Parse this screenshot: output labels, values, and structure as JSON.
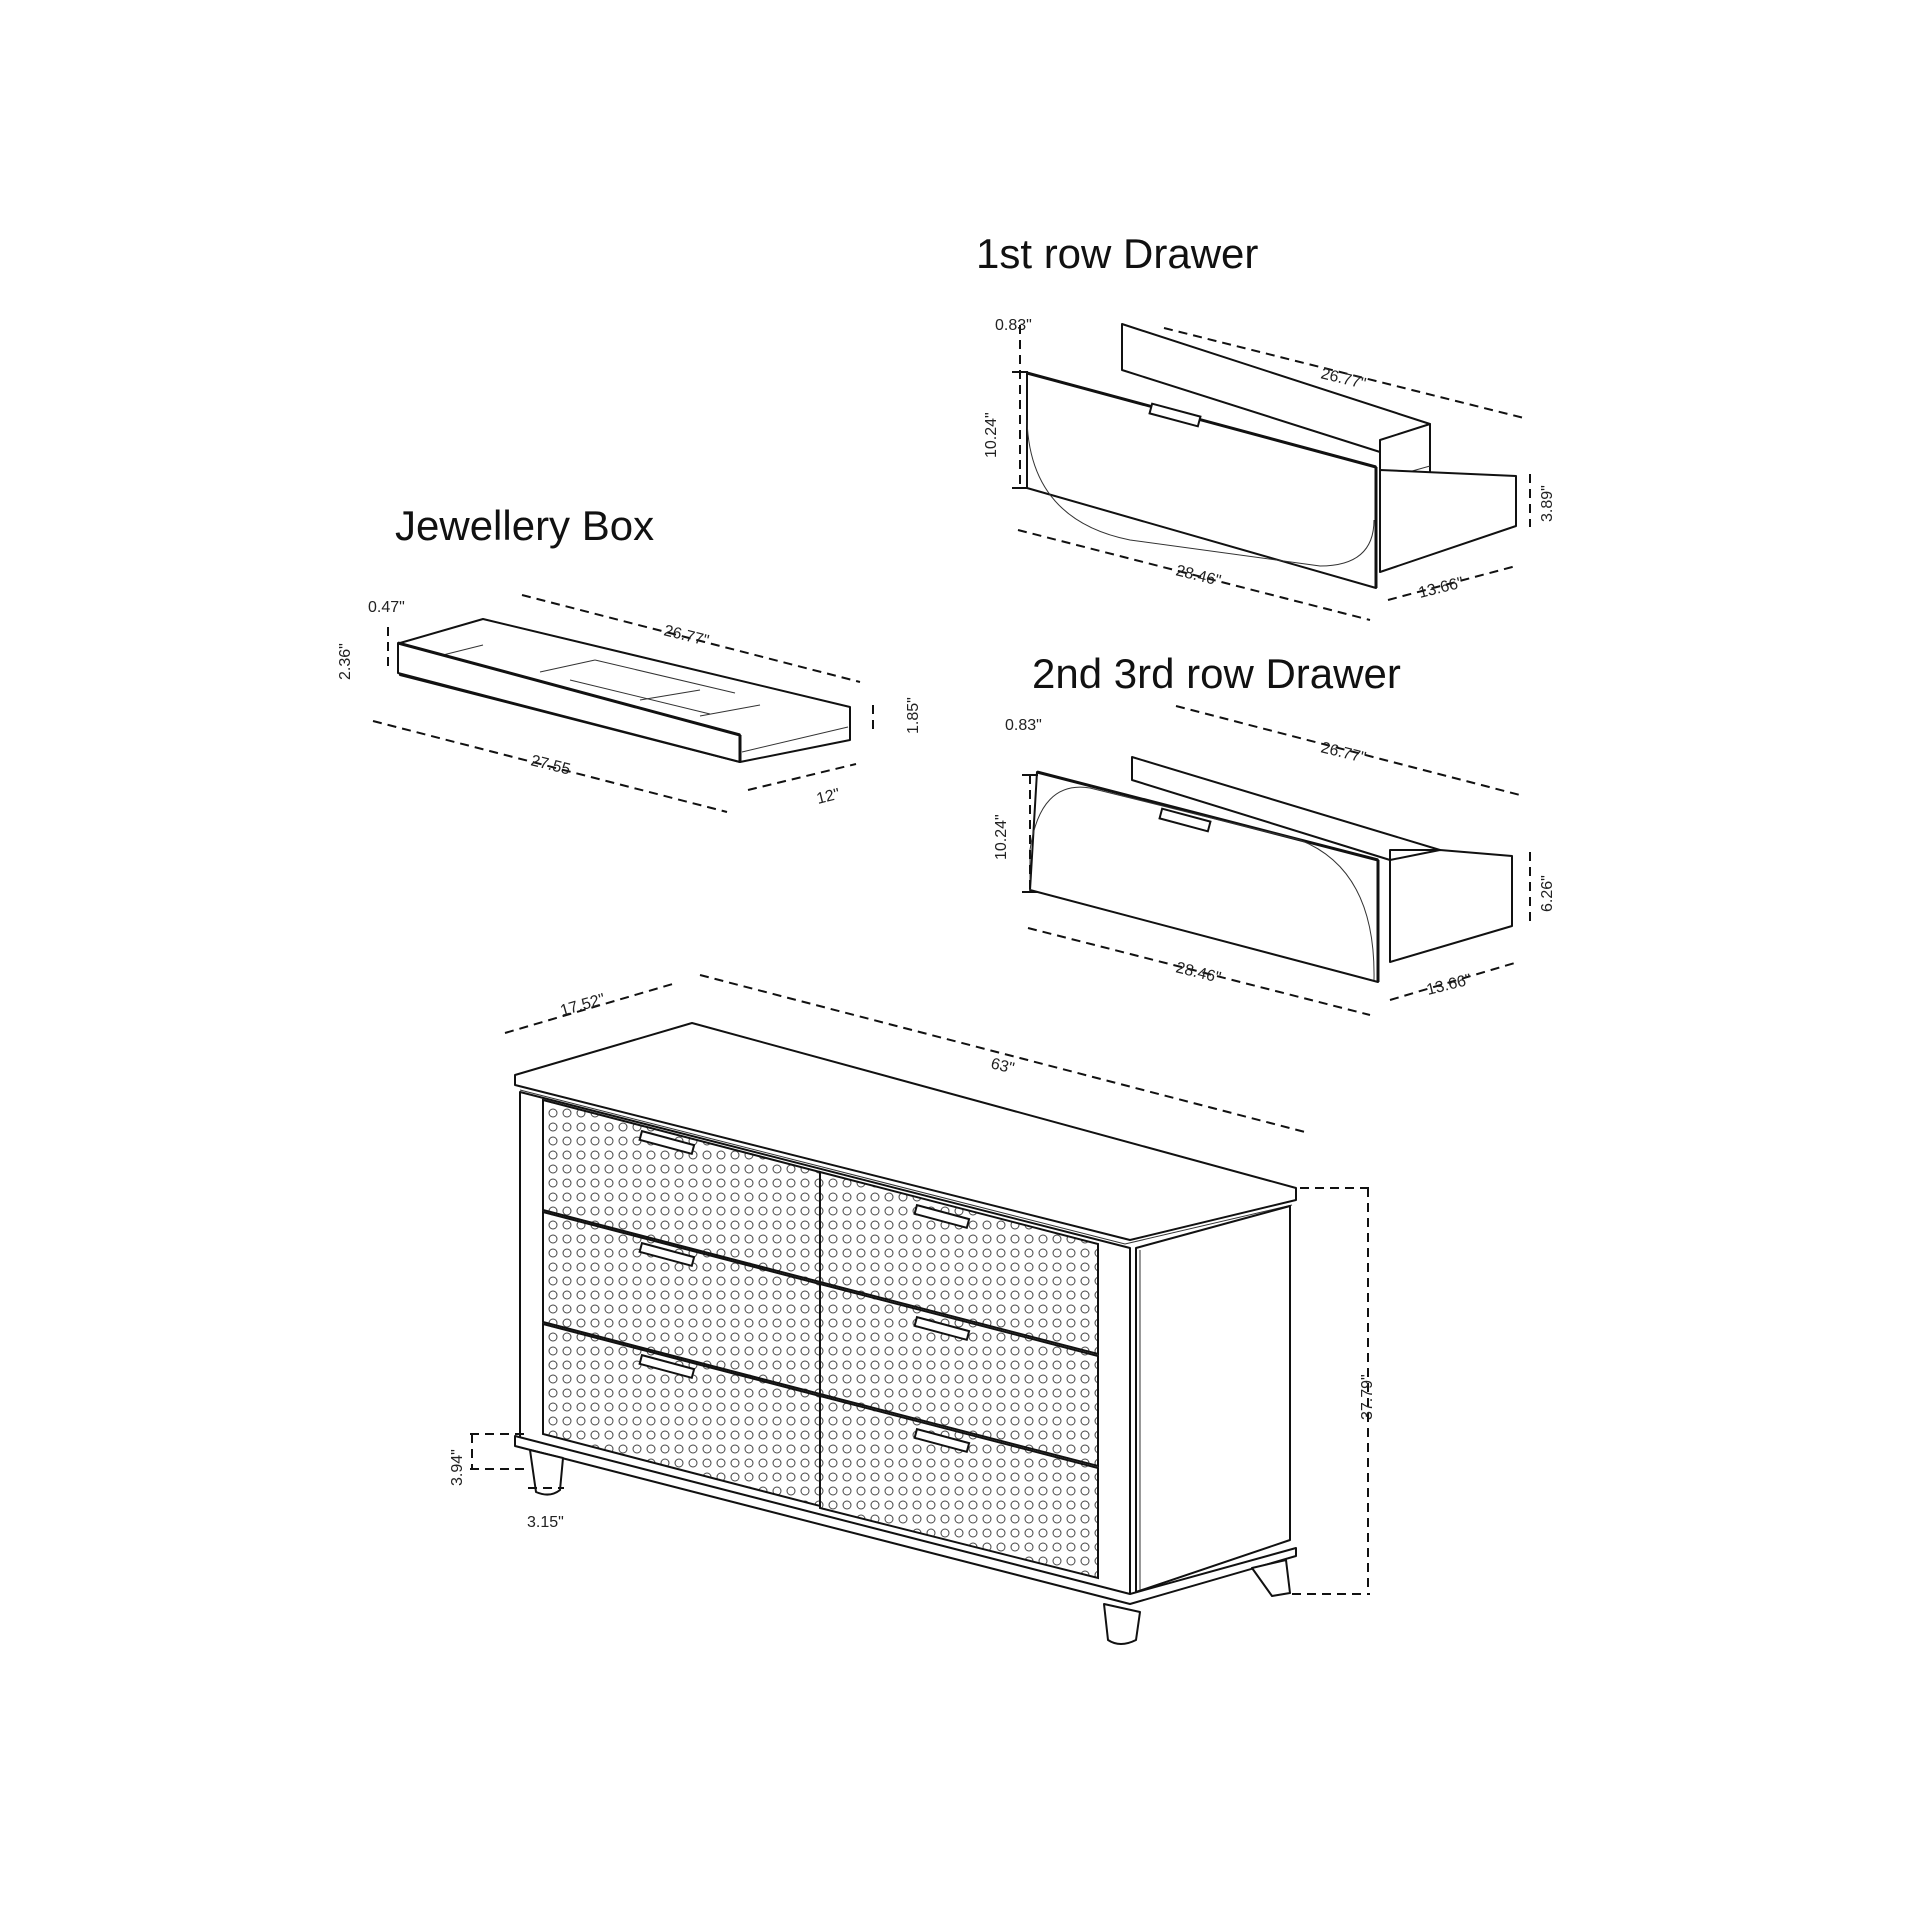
{
  "diagram": {
    "subject": "Six-drawer dresser dimension diagram",
    "units": "inches",
    "parts": {
      "first_row_drawer": {
        "title": "1st row Drawer",
        "front_thickness": "0.83\"",
        "inner_length": "26.77\"",
        "front_height": "10.24\"",
        "box_height": "3.89\"",
        "front_width": "28.46\"",
        "depth": "13.66\""
      },
      "second_third_row_drawer": {
        "title": "2nd 3rd row Drawer",
        "front_thickness": "0.83\"",
        "inner_length": "26.77\"",
        "front_height": "10.24\"",
        "box_height": "6.26\"",
        "front_width": "28.46\"",
        "depth": "13.66\""
      },
      "jewellery_box": {
        "title": "Jewellery Box",
        "front_thickness": "0.47\"",
        "inner_length": "26.77\"",
        "front_height": "2.36\"",
        "box_height": "1.85\"",
        "front_width": "27.55",
        "depth": "12\""
      },
      "dresser": {
        "depth": "17.52\"",
        "width": "63\"",
        "height": "37.79\"",
        "leg_height": "3.94\"",
        "leg_width": "3.15\""
      }
    }
  }
}
